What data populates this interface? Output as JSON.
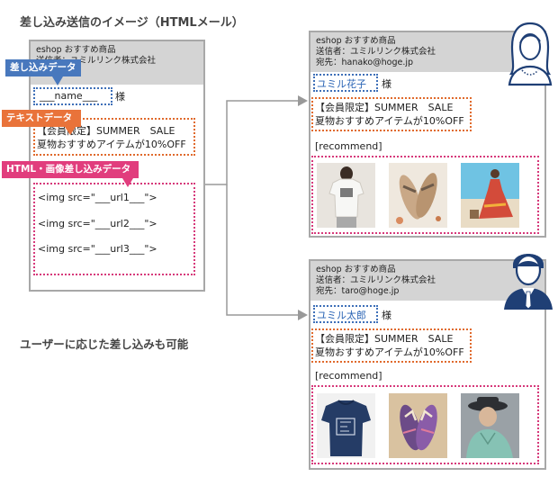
{
  "title": "差し込み送信のイメージ（HTMLメール）",
  "caption": "ユーザーに応じた差し込みも可能",
  "colors": {
    "blue": "#4878bd",
    "orange": "#e9733a",
    "pink": "#e13d7d",
    "card_border": "#a8a8a8",
    "card_header": "#d4d4d4",
    "connector": "#999999"
  },
  "template": {
    "header_line1": "eshop おすすめ商品",
    "header_line2": "送信者：ユミルリンク株式会社",
    "name_placeholder": "___name___",
    "sama": "様",
    "text_line1": "【会員限定】SUMMER　SALE",
    "text_line2": "夏物おすすめアイテムが10%OFF",
    "img_lines": [
      "<img src=\"___url1___\">",
      "<img src=\"___url2___\">",
      "<img src=\"___url3___\">"
    ]
  },
  "tags": {
    "name_tag": "差し込みデータ",
    "text_tag": "テキストデータ",
    "html_tag": "HTML・画像差し込みデータ"
  },
  "result1": {
    "header_line1": "eshop おすすめ商品",
    "header_line2": "送信者：ユミルリンク株式会社",
    "header_line3": "宛先：hanako@hoge.jp",
    "name": "ユミル花子",
    "sama": "様",
    "text_line1": "【会員限定】SUMMER　SALE",
    "text_line2": "夏物おすすめアイテムが10%OFF",
    "recommend": "[recommend]",
    "products": [
      "t-shirt-photo",
      "sandals-photo",
      "beach-dress-photo"
    ],
    "avatar": "female-avatar-icon"
  },
  "result2": {
    "header_line1": "eshop おすすめ商品",
    "header_line2": "送信者：ユミルリンク株式会社",
    "header_line3": "宛先：taro@hoge.jp",
    "name": "ユミル太郎",
    "sama": "様",
    "text_line1": "【会員限定】SUMMER　SALE",
    "text_line2": "夏物おすすめアイテムが10%OFF",
    "recommend": "[recommend]",
    "products": [
      "navy-t-shirt-photo",
      "flip-flops-photo",
      "man-in-hat-photo"
    ],
    "avatar": "male-avatar-icon"
  }
}
